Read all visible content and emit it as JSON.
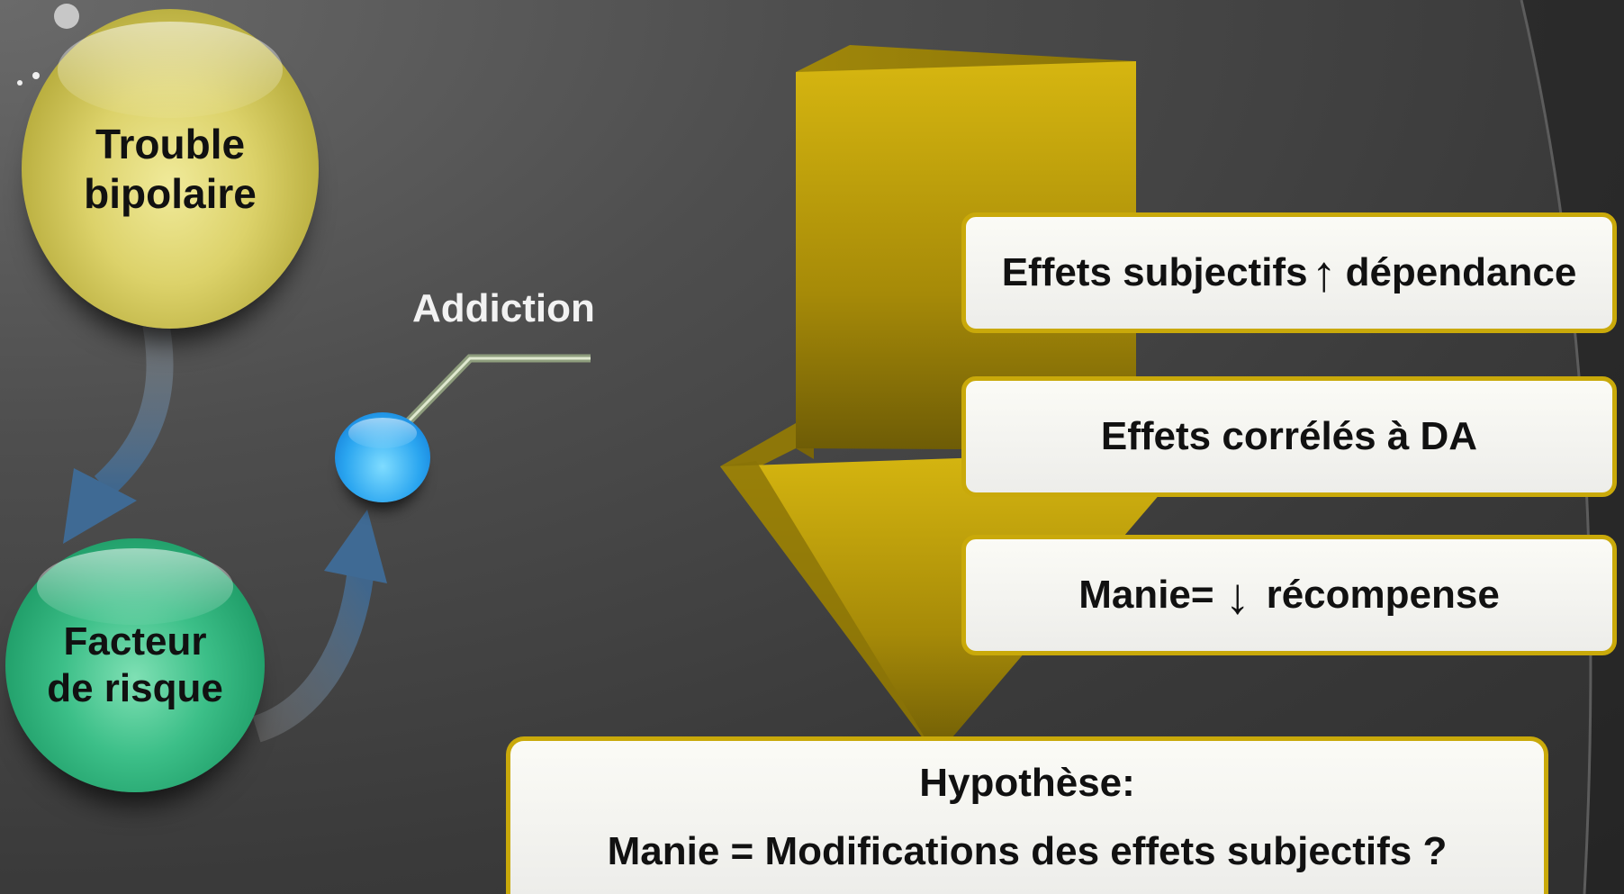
{
  "colors": {
    "background": "#3c3c3c",
    "big_arrow": "#c9a90a",
    "box_border": "#c9a90a",
    "sphere_yellow": "#dcd26a",
    "sphere_green": "#2fb07a",
    "sphere_blue": "#2ba6f0",
    "curved_arrows": "#5a7fa3"
  },
  "nodes": {
    "trouble": "Trouble\nbipolaire",
    "facteur": "Facteur\nde risque",
    "addiction": "Addiction"
  },
  "boxes": {
    "box1_part1": "Effets subjectifs",
    "box1_arrow": "↑",
    "box1_part2": "dépendance",
    "box2": "Effets corrélés à DA",
    "box3_part1": "Manie=",
    "box3_arrow": "↓",
    "box3_part2": "récompense"
  },
  "hypothesis": {
    "title": "Hypothèse:",
    "text": "Manie = Modifications des effets subjectifs ?"
  }
}
